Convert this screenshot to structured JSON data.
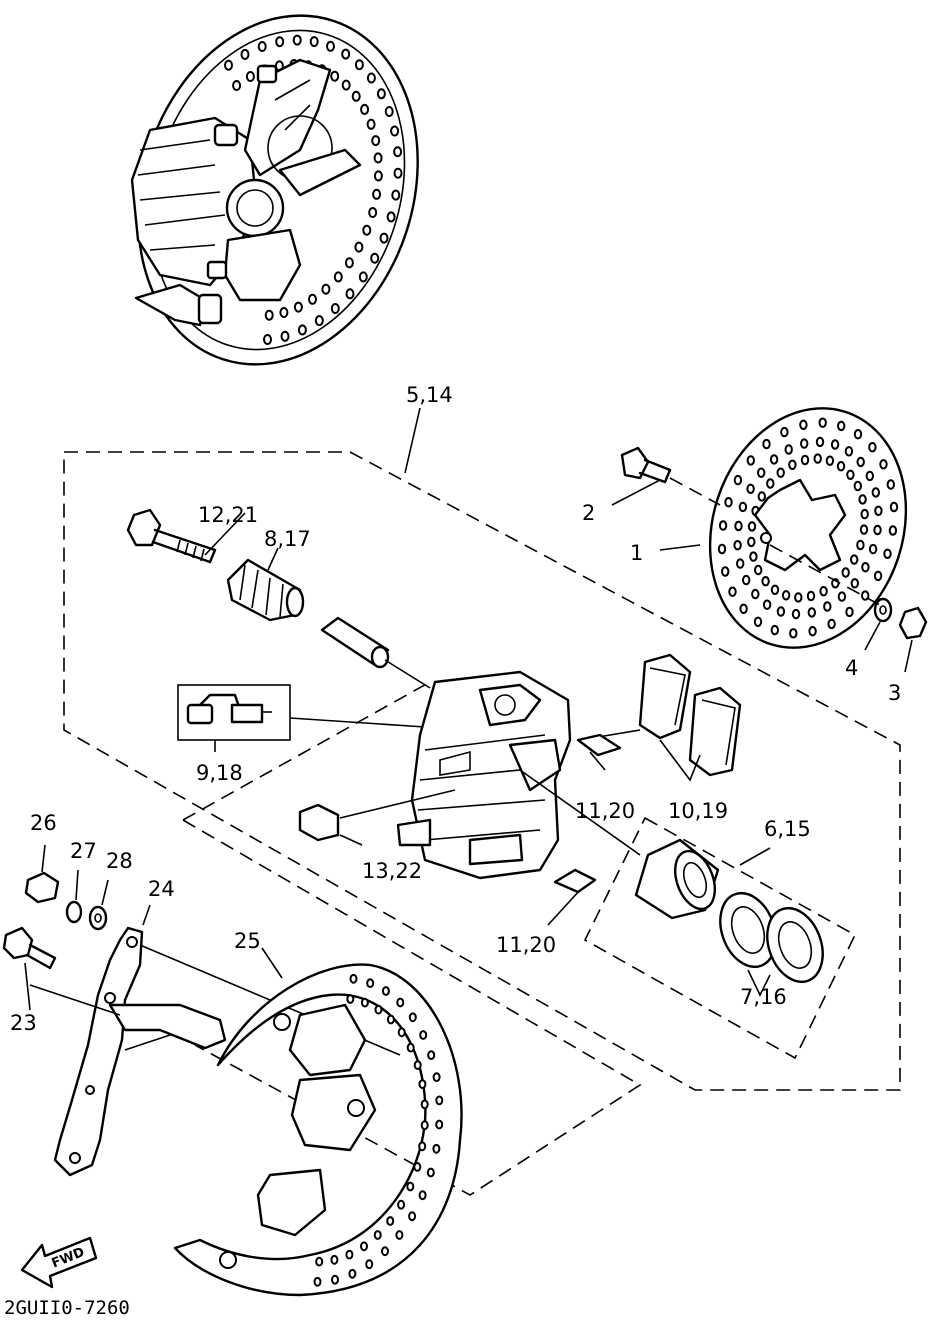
{
  "callouts": {
    "c5_14": "5,14",
    "c12_21": "12,21",
    "c8_17": "8,17",
    "c2": "2",
    "c1": "1",
    "c4": "4",
    "c3": "3",
    "c9_18": "9,18",
    "c11_20a": "11,20",
    "c10_19": "10,19",
    "c6_15": "6,15",
    "c13_22": "13,22",
    "c26": "26",
    "c27": "27",
    "c28": "28",
    "c24": "24",
    "c25": "25",
    "c23": "23",
    "c11_20b": "11,20",
    "c7_16": "7,16"
  },
  "fwd_label": "FWD",
  "drawing_code": "2GUII0-7260"
}
